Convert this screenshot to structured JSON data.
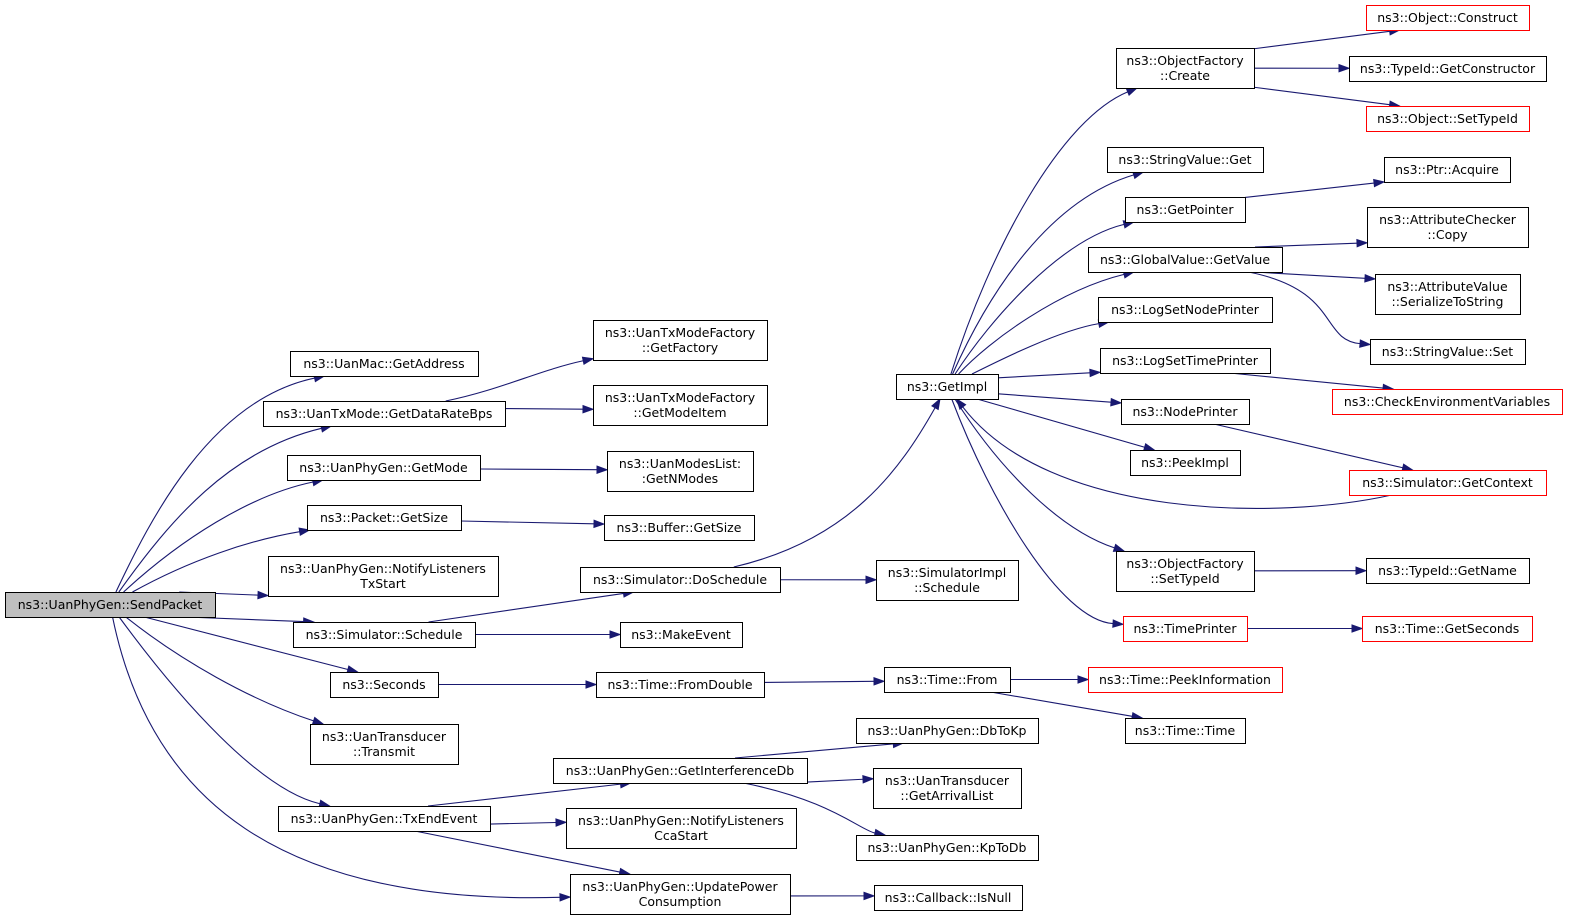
{
  "colors": {
    "edge": "#191970",
    "truncated_border": "#ff0000",
    "root_fill": "#bfbfbf"
  },
  "nodes": [
    {
      "id": "sendpacket",
      "lines": [
        "ns3::UanPhyGen::SendPacket"
      ],
      "root": true
    },
    {
      "id": "getaddress",
      "lines": [
        "ns3::UanMac::GetAddress"
      ]
    },
    {
      "id": "getdataratebps",
      "lines": [
        "ns3::UanTxMode::GetDataRateBps"
      ]
    },
    {
      "id": "getmode",
      "lines": [
        "ns3::UanPhyGen::GetMode"
      ]
    },
    {
      "id": "packet_getsize",
      "lines": [
        "ns3::Packet::GetSize"
      ]
    },
    {
      "id": "notifytxstart",
      "lines": [
        "ns3::UanPhyGen::NotifyListeners",
        "TxStart"
      ]
    },
    {
      "id": "sim_schedule",
      "lines": [
        "ns3::Simulator::Schedule"
      ]
    },
    {
      "id": "seconds",
      "lines": [
        "ns3::Seconds"
      ]
    },
    {
      "id": "transmit",
      "lines": [
        "ns3::UanTransducer",
        "::Transmit"
      ]
    },
    {
      "id": "txendevent",
      "lines": [
        "ns3::UanPhyGen::TxEndEvent"
      ]
    },
    {
      "id": "updatepower",
      "lines": [
        "ns3::UanPhyGen::UpdatePower",
        "Consumption"
      ]
    },
    {
      "id": "getfactory",
      "lines": [
        "ns3::UanTxModeFactory",
        "::GetFactory"
      ]
    },
    {
      "id": "getmodeitem",
      "lines": [
        "ns3::UanTxModeFactory",
        "::GetModeItem"
      ]
    },
    {
      "id": "getnmodes",
      "lines": [
        "ns3::UanModesList:",
        ":GetNModes"
      ]
    },
    {
      "id": "buffer_getsize",
      "lines": [
        "ns3::Buffer::GetSize"
      ]
    },
    {
      "id": "doschedule",
      "lines": [
        "ns3::Simulator::DoSchedule"
      ]
    },
    {
      "id": "makeevent",
      "lines": [
        "ns3::MakeEvent"
      ]
    },
    {
      "id": "fromdouble",
      "lines": [
        "ns3::Time::FromDouble"
      ]
    },
    {
      "id": "getinterferencedb",
      "lines": [
        "ns3::UanPhyGen::GetInterferenceDb"
      ]
    },
    {
      "id": "notifyccastart",
      "lines": [
        "ns3::UanPhyGen::NotifyListeners",
        "CcaStart"
      ]
    },
    {
      "id": "simimpl_schedule",
      "lines": [
        "ns3::SimulatorImpl",
        "::Schedule"
      ]
    },
    {
      "id": "time_from",
      "lines": [
        "ns3::Time::From"
      ]
    },
    {
      "id": "dbtokp",
      "lines": [
        "ns3::UanPhyGen::DbToKp"
      ]
    },
    {
      "id": "getarrivallist",
      "lines": [
        "ns3::UanTransducer",
        "::GetArrivalList"
      ]
    },
    {
      "id": "kptodb",
      "lines": [
        "ns3::UanPhyGen::KpToDb"
      ]
    },
    {
      "id": "isnull",
      "lines": [
        "ns3::Callback::IsNull"
      ]
    },
    {
      "id": "getimpl",
      "lines": [
        "ns3::GetImpl"
      ]
    },
    {
      "id": "of_create",
      "lines": [
        "ns3::ObjectFactory",
        "::Create"
      ]
    },
    {
      "id": "stringvalue_get",
      "lines": [
        "ns3::StringValue::Get"
      ]
    },
    {
      "id": "getpointer",
      "lines": [
        "ns3::GetPointer"
      ]
    },
    {
      "id": "gv_getvalue",
      "lines": [
        "ns3::GlobalValue::GetValue"
      ]
    },
    {
      "id": "logsetnodeprinter",
      "lines": [
        "ns3::LogSetNodePrinter"
      ]
    },
    {
      "id": "logsettimeprinter",
      "lines": [
        "ns3::LogSetTimePrinter"
      ]
    },
    {
      "id": "nodeprinter",
      "lines": [
        "ns3::NodePrinter"
      ]
    },
    {
      "id": "peekimpl",
      "lines": [
        "ns3::PeekImpl"
      ]
    },
    {
      "id": "of_settypeid",
      "lines": [
        "ns3::ObjectFactory",
        "::SetTypeId"
      ]
    },
    {
      "id": "timeprinter",
      "lines": [
        "ns3::TimePrinter"
      ],
      "truncated": true
    },
    {
      "id": "peekinformation",
      "lines": [
        "ns3::Time::PeekInformation"
      ],
      "truncated": true
    },
    {
      "id": "time_time",
      "lines": [
        "ns3::Time::Time"
      ]
    },
    {
      "id": "obj_construct",
      "lines": [
        "ns3::Object::Construct"
      ],
      "truncated": true
    },
    {
      "id": "getconstructor",
      "lines": [
        "ns3::TypeId::GetConstructor"
      ]
    },
    {
      "id": "obj_settypeid",
      "lines": [
        "ns3::Object::SetTypeId"
      ],
      "truncated": true
    },
    {
      "id": "ptr_acquire",
      "lines": [
        "ns3::Ptr::Acquire"
      ]
    },
    {
      "id": "checker_copy",
      "lines": [
        "ns3::AttributeChecker",
        "::Copy"
      ]
    },
    {
      "id": "serializetostring",
      "lines": [
        "ns3::AttributeValue",
        "::SerializeToString"
      ]
    },
    {
      "id": "stringvalue_set",
      "lines": [
        "ns3::StringValue::Set"
      ]
    },
    {
      "id": "checkenv",
      "lines": [
        "ns3::CheckEnvironmentVariables"
      ],
      "truncated": true
    },
    {
      "id": "getcontext",
      "lines": [
        "ns3::Simulator::GetContext"
      ],
      "truncated": true
    },
    {
      "id": "typeid_getname",
      "lines": [
        "ns3::TypeId::GetName"
      ]
    },
    {
      "id": "time_getseconds",
      "lines": [
        "ns3::Time::GetSeconds"
      ],
      "truncated": true
    }
  ],
  "edges": [
    [
      "sendpacket",
      "getaddress"
    ],
    [
      "sendpacket",
      "getdataratebps"
    ],
    [
      "sendpacket",
      "getmode"
    ],
    [
      "sendpacket",
      "packet_getsize"
    ],
    [
      "sendpacket",
      "notifytxstart"
    ],
    [
      "sendpacket",
      "sim_schedule"
    ],
    [
      "sendpacket",
      "seconds"
    ],
    [
      "sendpacket",
      "transmit"
    ],
    [
      "sendpacket",
      "txendevent"
    ],
    [
      "sendpacket",
      "updatepower"
    ],
    [
      "getdataratebps",
      "getfactory"
    ],
    [
      "getdataratebps",
      "getmodeitem"
    ],
    [
      "getmode",
      "getnmodes"
    ],
    [
      "packet_getsize",
      "buffer_getsize"
    ],
    [
      "sim_schedule",
      "doschedule"
    ],
    [
      "sim_schedule",
      "makeevent"
    ],
    [
      "seconds",
      "fromdouble"
    ],
    [
      "txendevent",
      "getinterferencedb"
    ],
    [
      "txendevent",
      "notifyccastart"
    ],
    [
      "txendevent",
      "updatepower"
    ],
    [
      "doschedule",
      "getimpl"
    ],
    [
      "doschedule",
      "simimpl_schedule"
    ],
    [
      "fromdouble",
      "time_from"
    ],
    [
      "getinterferencedb",
      "dbtokp"
    ],
    [
      "getinterferencedb",
      "getarrivallist"
    ],
    [
      "getinterferencedb",
      "kptodb"
    ],
    [
      "updatepower",
      "isnull"
    ],
    [
      "time_from",
      "peekinformation"
    ],
    [
      "time_from",
      "time_time"
    ],
    [
      "getimpl",
      "of_create"
    ],
    [
      "getimpl",
      "stringvalue_get"
    ],
    [
      "getimpl",
      "getpointer"
    ],
    [
      "getimpl",
      "gv_getvalue"
    ],
    [
      "getimpl",
      "logsetnodeprinter"
    ],
    [
      "getimpl",
      "logsettimeprinter"
    ],
    [
      "getimpl",
      "nodeprinter"
    ],
    [
      "getimpl",
      "peekimpl"
    ],
    [
      "getimpl",
      "of_settypeid"
    ],
    [
      "getimpl",
      "timeprinter"
    ],
    [
      "of_create",
      "obj_construct"
    ],
    [
      "of_create",
      "getconstructor"
    ],
    [
      "of_create",
      "obj_settypeid"
    ],
    [
      "getpointer",
      "ptr_acquire"
    ],
    [
      "gv_getvalue",
      "checker_copy"
    ],
    [
      "gv_getvalue",
      "serializetostring"
    ],
    [
      "gv_getvalue",
      "stringvalue_set"
    ],
    [
      "logsettimeprinter",
      "checkenv"
    ],
    [
      "nodeprinter",
      "getcontext"
    ],
    [
      "getcontext",
      "getimpl"
    ],
    [
      "of_settypeid",
      "typeid_getname"
    ],
    [
      "timeprinter",
      "time_getseconds"
    ]
  ]
}
